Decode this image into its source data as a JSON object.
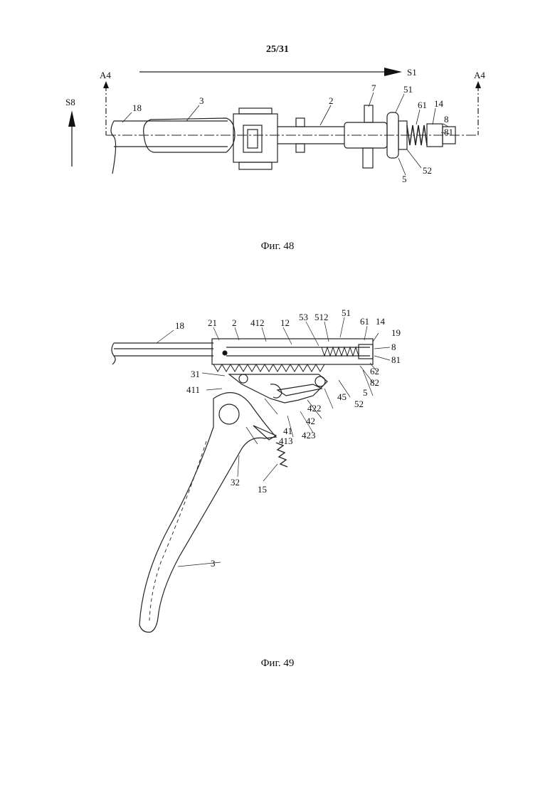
{
  "sheet_number": "25/31",
  "figures": {
    "fig48": {
      "caption": "Фиг. 48",
      "section_marks": {
        "left": "A4",
        "right": "A4"
      },
      "direction_arrows": {
        "horizontal": "S1",
        "vertical": "S8"
      },
      "labels": {
        "l18": "18",
        "l3": "3",
        "l2": "2",
        "l7": "7",
        "l51": "51",
        "l61": "61",
        "l14": "14",
        "l8": "8",
        "l81": "81",
        "l52": "52",
        "l5": "5"
      }
    },
    "fig49": {
      "caption": "Фиг. 49",
      "labels": {
        "l18": "18",
        "l21": "21",
        "l2": "2",
        "l412": "412",
        "l12": "12",
        "l53": "53",
        "l512": "512",
        "l51": "51",
        "l61": "61",
        "l14": "14",
        "l19": "19",
        "l8": "8",
        "l81": "81",
        "l62": "62",
        "l82": "82",
        "l5": "5",
        "l52": "52",
        "l45": "45",
        "l422": "422",
        "l42": "42",
        "l423": "423",
        "l413": "413",
        "l41": "41",
        "l31": "31",
        "l411": "411",
        "l32": "32",
        "l15": "15",
        "l3": "3"
      }
    }
  }
}
